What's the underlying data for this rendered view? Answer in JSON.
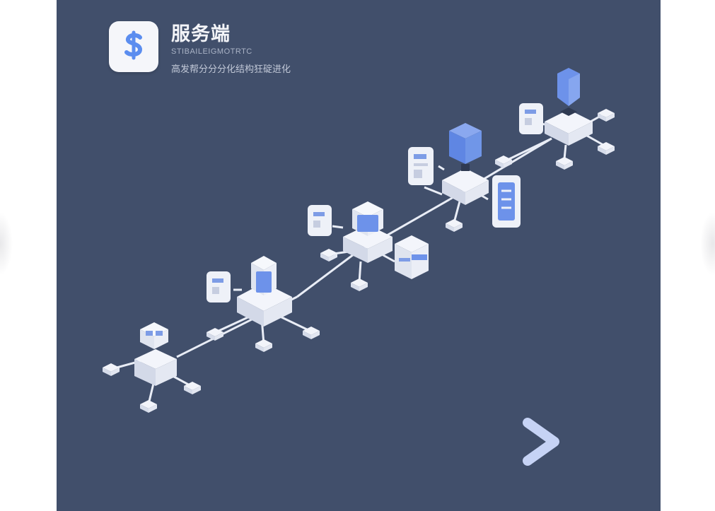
{
  "header": {
    "title": "服务端",
    "subtitle_en": "STIBAILEIGMOTRTC",
    "subtitle_cn": "高发帮分分分化结构狂碇进化"
  },
  "logo": {
    "icon": "dollar-sign-icon",
    "glyph": "$",
    "color": "#5b8def"
  },
  "colors": {
    "background": "#414f6b",
    "node_light": "#eef1f8",
    "node_shadow": "#c6cde0",
    "accent_blue": "#6d92ea",
    "arrow": "#b7c8f3"
  },
  "diagram": {
    "icons": [
      "network-hub-icon",
      "server-cube-icon",
      "database-icon",
      "server-rack-icon",
      "document-icon",
      "location-pin-icon"
    ],
    "arrow_icon": "arrow-right-icon"
  }
}
